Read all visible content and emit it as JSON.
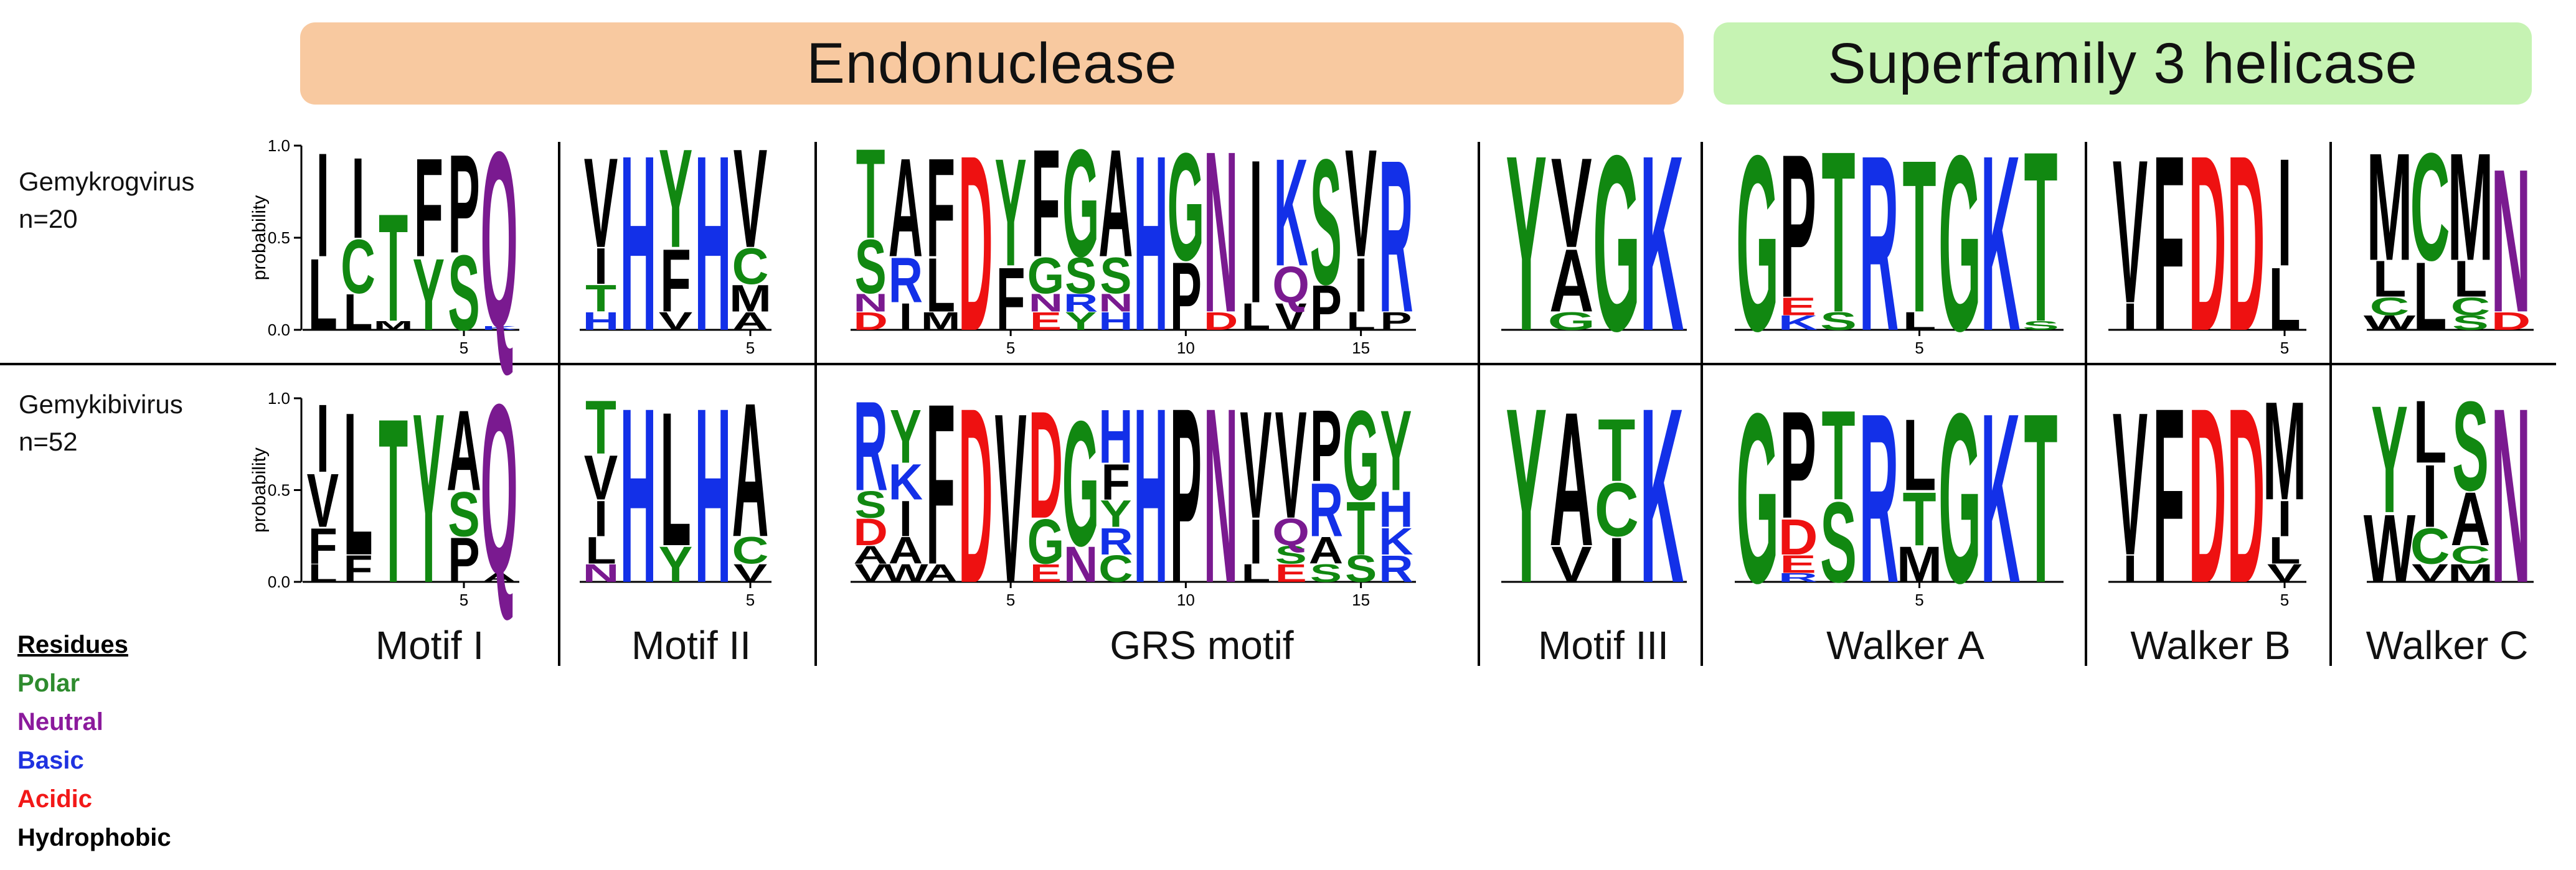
{
  "banners": [
    {
      "text": "Endonuclease",
      "color": "#f8c9a0"
    },
    {
      "text": "Superfamily 3 helicase",
      "color": "#c6f3b3"
    }
  ],
  "rows": [
    {
      "name": "Gemykrogvirus",
      "n": "n=20"
    },
    {
      "name": "Gemykibivirus",
      "n": "n=52"
    }
  ],
  "axis": {
    "ylabel": "probability",
    "ticks": [
      "0.0",
      "0.5",
      "1.0"
    ]
  },
  "motifs": [
    {
      "label": "Motif I",
      "positions": 6,
      "xticks": [
        {
          "pos": 5,
          "label": "5"
        }
      ]
    },
    {
      "label": "Motif II",
      "positions": 5,
      "xticks": [
        {
          "pos": 5,
          "label": "5"
        }
      ]
    },
    {
      "label": "GRS motif",
      "positions": 16,
      "xticks": [
        {
          "pos": 5,
          "label": "5"
        },
        {
          "pos": 10,
          "label": "10"
        },
        {
          "pos": 15,
          "label": "15"
        }
      ]
    },
    {
      "label": "Motif III",
      "positions": 4,
      "xticks": []
    },
    {
      "label": "Walker A",
      "positions": 8,
      "xticks": [
        {
          "pos": 5,
          "label": "5"
        }
      ]
    },
    {
      "label": "Walker B",
      "positions": 5,
      "xticks": [
        {
          "pos": 5,
          "label": "5"
        }
      ]
    },
    {
      "label": "Walker C",
      "positions": 4,
      "xticks": []
    }
  ],
  "legend": {
    "title": "Residues",
    "items": [
      {
        "label": "Polar",
        "color": "#2e8b2e"
      },
      {
        "label": "Neutral",
        "color": "#8b1a9c"
      },
      {
        "label": "Basic",
        "color": "#1f32e0"
      },
      {
        "label": "Acidic",
        "color": "#f21818"
      },
      {
        "label": "Hydrophobic",
        "color": "#000000"
      }
    ]
  },
  "colors": {
    "polar": "#118811",
    "neutral": "#7a1a90",
    "basic": "#1330e8",
    "acidic": "#ee1111",
    "hydrophobic": "#000000"
  },
  "logos": [
    [
      [
        [
          [
            "I",
            0.58
          ],
          [
            "L",
            0.4
          ]
        ],
        [
          [
            "I",
            0.38
          ],
          [
            "V",
            0.3
          ],
          [
            "F",
            0.2
          ],
          [
            "L",
            0.1
          ]
        ]
      ],
      [
        [
          [
            "I",
            0.45
          ],
          [
            "C",
            0.3
          ],
          [
            "L",
            0.2
          ]
        ],
        [
          [
            "L",
            0.8
          ],
          [
            "F",
            0.15
          ]
        ]
      ],
      [
        [
          [
            "T",
            0.6
          ],
          [
            "M",
            0.05
          ]
        ],
        [
          [
            "T",
            0.92
          ]
        ]
      ],
      [
        [
          [
            "F",
            0.55
          ],
          [
            "Y",
            0.4
          ]
        ],
        [
          [
            "Y",
            0.95
          ]
        ]
      ],
      [
        [
          [
            "P",
            0.55
          ],
          [
            "S",
            0.42
          ]
        ],
        [
          [
            "A",
            0.45
          ],
          [
            "P",
            0.25
          ],
          [
            "S",
            0.25
          ]
        ]
      ],
      [
        [
          [
            "Q",
            0.98
          ],
          [
            "K",
            0.02
          ]
        ],
        [
          [
            "Q",
            0.95
          ],
          [
            "A",
            0.05
          ]
        ]
      ]
    ],
    [
      [
        [
          [
            "V",
            0.5
          ],
          [
            "I",
            0.2
          ],
          [
            "T",
            0.15
          ],
          [
            "H",
            0.1
          ]
        ],
        [
          [
            "T",
            0.3
          ],
          [
            "V",
            0.25
          ],
          [
            "I",
            0.2
          ],
          [
            "L",
            0.15
          ],
          [
            "N",
            0.1
          ]
        ]
      ],
      [
        [
          [
            "H",
            0.98
          ]
        ],
        [
          [
            "H",
            0.98
          ]
        ]
      ],
      [
        [
          [
            "Y",
            0.55
          ],
          [
            "F",
            0.35
          ],
          [
            "V",
            0.1
          ]
        ],
        [
          [
            "L",
            0.75
          ],
          [
            "Y",
            0.2
          ]
        ]
      ],
      [
        [
          [
            "H",
            0.98
          ]
        ],
        [
          [
            "H",
            0.98
          ]
        ]
      ],
      [
        [
          [
            "V",
            0.55
          ],
          [
            "C",
            0.2
          ],
          [
            "M",
            0.15
          ],
          [
            "A",
            0.1
          ]
        ],
        [
          [
            "A",
            0.75
          ],
          [
            "C",
            0.15
          ],
          [
            "V",
            0.1
          ]
        ]
      ]
    ],
    [
      [
        [
          [
            "T",
            0.5
          ],
          [
            "S",
            0.3
          ],
          [
            "D",
            0.1
          ],
          [
            "N",
            0.1
          ]
        ],
        [
          [
            "R",
            0.5
          ],
          [
            "D",
            0.15
          ],
          [
            "S",
            0.15
          ],
          [
            "V",
            0.1
          ],
          [
            "A",
            0.1
          ]
        ]
      ],
      [
        [
          [
            "A",
            0.55
          ],
          [
            "R",
            0.25
          ],
          [
            "I",
            0.15
          ]
        ],
        [
          [
            "Y",
            0.3
          ],
          [
            "I",
            0.2
          ],
          [
            "K",
            0.2
          ],
          [
            "A",
            0.15
          ],
          [
            "W",
            0.1
          ]
        ]
      ],
      [
        [
          [
            "F",
            0.55
          ],
          [
            "L",
            0.3
          ],
          [
            "M",
            0.1
          ]
        ],
        [
          [
            "F",
            0.9
          ],
          [
            "A",
            0.1
          ]
        ]
      ],
      [
        [
          [
            "D",
            0.98
          ]
        ],
        [
          [
            "D",
            0.98
          ]
        ]
      ],
      [
        [
          [
            "Y",
            0.6
          ],
          [
            "F",
            0.35
          ]
        ],
        [
          [
            "V",
            0.95
          ]
        ]
      ],
      [
        [
          [
            "F",
            0.6
          ],
          [
            "G",
            0.2
          ],
          [
            "E",
            0.1
          ],
          [
            "N",
            0.1
          ]
        ],
        [
          [
            "D",
            0.6
          ],
          [
            "G",
            0.25
          ],
          [
            "E",
            0.1
          ]
        ]
      ],
      [
        [
          [
            "G",
            0.6
          ],
          [
            "S",
            0.2
          ],
          [
            "Y",
            0.1
          ],
          [
            "R",
            0.1
          ]
        ],
        [
          [
            "G",
            0.7
          ],
          [
            "N",
            0.2
          ]
        ]
      ],
      [
        [
          [
            "A",
            0.6
          ],
          [
            "S",
            0.2
          ],
          [
            "H",
            0.1
          ],
          [
            "N",
            0.1
          ]
        ],
        [
          [
            "H",
            0.3
          ],
          [
            "F",
            0.2
          ],
          [
            "C",
            0.15
          ],
          [
            "R",
            0.15
          ],
          [
            "Y",
            0.15
          ]
        ]
      ],
      [
        [
          [
            "H",
            0.98
          ]
        ],
        [
          [
            "H",
            0.98
          ]
        ]
      ],
      [
        [
          [
            "G",
            0.6
          ],
          [
            "P",
            0.38
          ]
        ],
        [
          [
            "P",
            0.98
          ]
        ]
      ],
      [
        [
          [
            "N",
            0.9
          ],
          [
            "D",
            0.1
          ]
        ],
        [
          [
            "N",
            0.98
          ]
        ]
      ],
      [
        [
          [
            "I",
            0.8
          ],
          [
            "L",
            0.15
          ]
        ],
        [
          [
            "V",
            0.6
          ],
          [
            "I",
            0.25
          ],
          [
            "L",
            0.1
          ]
        ]
      ],
      [
        [
          [
            "K",
            0.6
          ],
          [
            "Q",
            0.2
          ],
          [
            "V",
            0.15
          ]
        ],
        [
          [
            "V",
            0.6
          ],
          [
            "Q",
            0.15
          ],
          [
            "E",
            0.1
          ],
          [
            "S",
            0.1
          ]
        ]
      ],
      [
        [
          [
            "S",
            0.7
          ],
          [
            "P",
            0.25
          ]
        ],
        [
          [
            "P",
            0.4
          ],
          [
            "R",
            0.3
          ],
          [
            "A",
            0.15
          ],
          [
            "S",
            0.1
          ]
        ]
      ],
      [
        [
          [
            "V",
            0.6
          ],
          [
            "I",
            0.3
          ],
          [
            "L",
            0.1
          ]
        ],
        [
          [
            "G",
            0.5
          ],
          [
            "T",
            0.3
          ],
          [
            "S",
            0.15
          ]
        ]
      ],
      [
        [
          [
            "R",
            0.85
          ],
          [
            "P",
            0.1
          ]
        ],
        [
          [
            "Y",
            0.45
          ],
          [
            "H",
            0.2
          ],
          [
            "R",
            0.15
          ],
          [
            "K",
            0.15
          ]
        ]
      ]
    ],
    [
      [
        [
          [
            "Y",
            0.98
          ]
        ],
        [
          [
            "Y",
            0.98
          ]
        ]
      ],
      [
        [
          [
            "V",
            0.5
          ],
          [
            "A",
            0.35
          ],
          [
            "G",
            0.1
          ]
        ],
        [
          [
            "A",
            0.75
          ],
          [
            "V",
            0.2
          ]
        ]
      ],
      [
        [
          [
            "G",
            0.98
          ]
        ],
        [
          [
            "I",
            0.25
          ],
          [
            "T",
            0.35
          ],
          [
            "C",
            0.3
          ]
        ]
      ],
      [
        [
          [
            "K",
            0.98
          ]
        ],
        [
          [
            "K",
            0.98
          ]
        ]
      ]
    ],
    [
      [
        [
          [
            "G",
            0.98
          ]
        ],
        [
          [
            "G",
            0.95
          ]
        ]
      ],
      [
        [
          [
            "P",
            0.8
          ],
          [
            "E",
            0.1
          ],
          [
            "K",
            0.08
          ]
        ],
        [
          [
            "P",
            0.6
          ],
          [
            "D",
            0.2
          ],
          [
            "E",
            0.1
          ],
          [
            "R",
            0.05
          ]
        ]
      ],
      [
        [
          [
            "T",
            0.9
          ],
          [
            "S",
            0.1
          ]
        ],
        [
          [
            "T",
            0.5
          ],
          [
            "S",
            0.45
          ]
        ]
      ],
      [
        [
          [
            "R",
            0.98
          ]
        ],
        [
          [
            "R",
            0.95
          ]
        ]
      ],
      [
        [
          [
            "T",
            0.85
          ],
          [
            "L",
            0.1
          ]
        ],
        [
          [
            "L",
            0.4
          ],
          [
            "T",
            0.3
          ],
          [
            "M",
            0.2
          ]
        ]
      ],
      [
        [
          [
            "G",
            0.98
          ]
        ],
        [
          [
            "G",
            0.95
          ]
        ]
      ],
      [
        [
          [
            "K",
            0.98
          ]
        ],
        [
          [
            "K",
            0.95
          ]
        ]
      ],
      [
        [
          [
            "T",
            0.95
          ],
          [
            "S",
            0.05
          ]
        ],
        [
          [
            "T",
            0.95
          ]
        ]
      ]
    ],
    [
      [
        [
          [
            "V",
            0.8
          ],
          [
            "I",
            0.15
          ]
        ],
        [
          [
            "V",
            0.8
          ],
          [
            "I",
            0.15
          ]
        ]
      ],
      [
        [
          [
            "F",
            0.98
          ]
        ],
        [
          [
            "F",
            0.98
          ]
        ]
      ],
      [
        [
          [
            "D",
            0.98
          ]
        ],
        [
          [
            "D",
            0.98
          ]
        ]
      ],
      [
        [
          [
            "D",
            0.98
          ]
        ],
        [
          [
            "D",
            0.98
          ]
        ]
      ],
      [
        [
          [
            "I",
            0.6
          ],
          [
            "L",
            0.35
          ]
        ],
        [
          [
            "M",
            0.55
          ],
          [
            "I",
            0.2
          ],
          [
            "L",
            0.15
          ],
          [
            "V",
            0.1
          ]
        ]
      ]
    ],
    [
      [
        [
          [
            "M",
            0.6
          ],
          [
            "L",
            0.2
          ],
          [
            "C",
            0.1
          ],
          [
            "W",
            0.08
          ]
        ],
        [
          [
            "Y",
            0.6
          ],
          [
            "W",
            0.38
          ]
        ]
      ],
      [
        [
          [
            "C",
            0.6
          ],
          [
            "L",
            0.38
          ]
        ],
        [
          [
            "I",
            0.35
          ],
          [
            "L",
            0.35
          ],
          [
            "C",
            0.2
          ],
          [
            "V",
            0.1
          ]
        ]
      ],
      [
        [
          [
            "M",
            0.6
          ],
          [
            "L",
            0.2
          ],
          [
            "C",
            0.1
          ],
          [
            "S",
            0.08
          ]
        ],
        [
          [
            "S",
            0.5
          ],
          [
            "A",
            0.3
          ],
          [
            "M",
            0.1
          ],
          [
            "C",
            0.1
          ]
        ]
      ],
      [
        [
          [
            "N",
            0.8
          ],
          [
            "D",
            0.1
          ]
        ],
        [
          [
            "N",
            0.98
          ]
        ]
      ]
    ]
  ]
}
